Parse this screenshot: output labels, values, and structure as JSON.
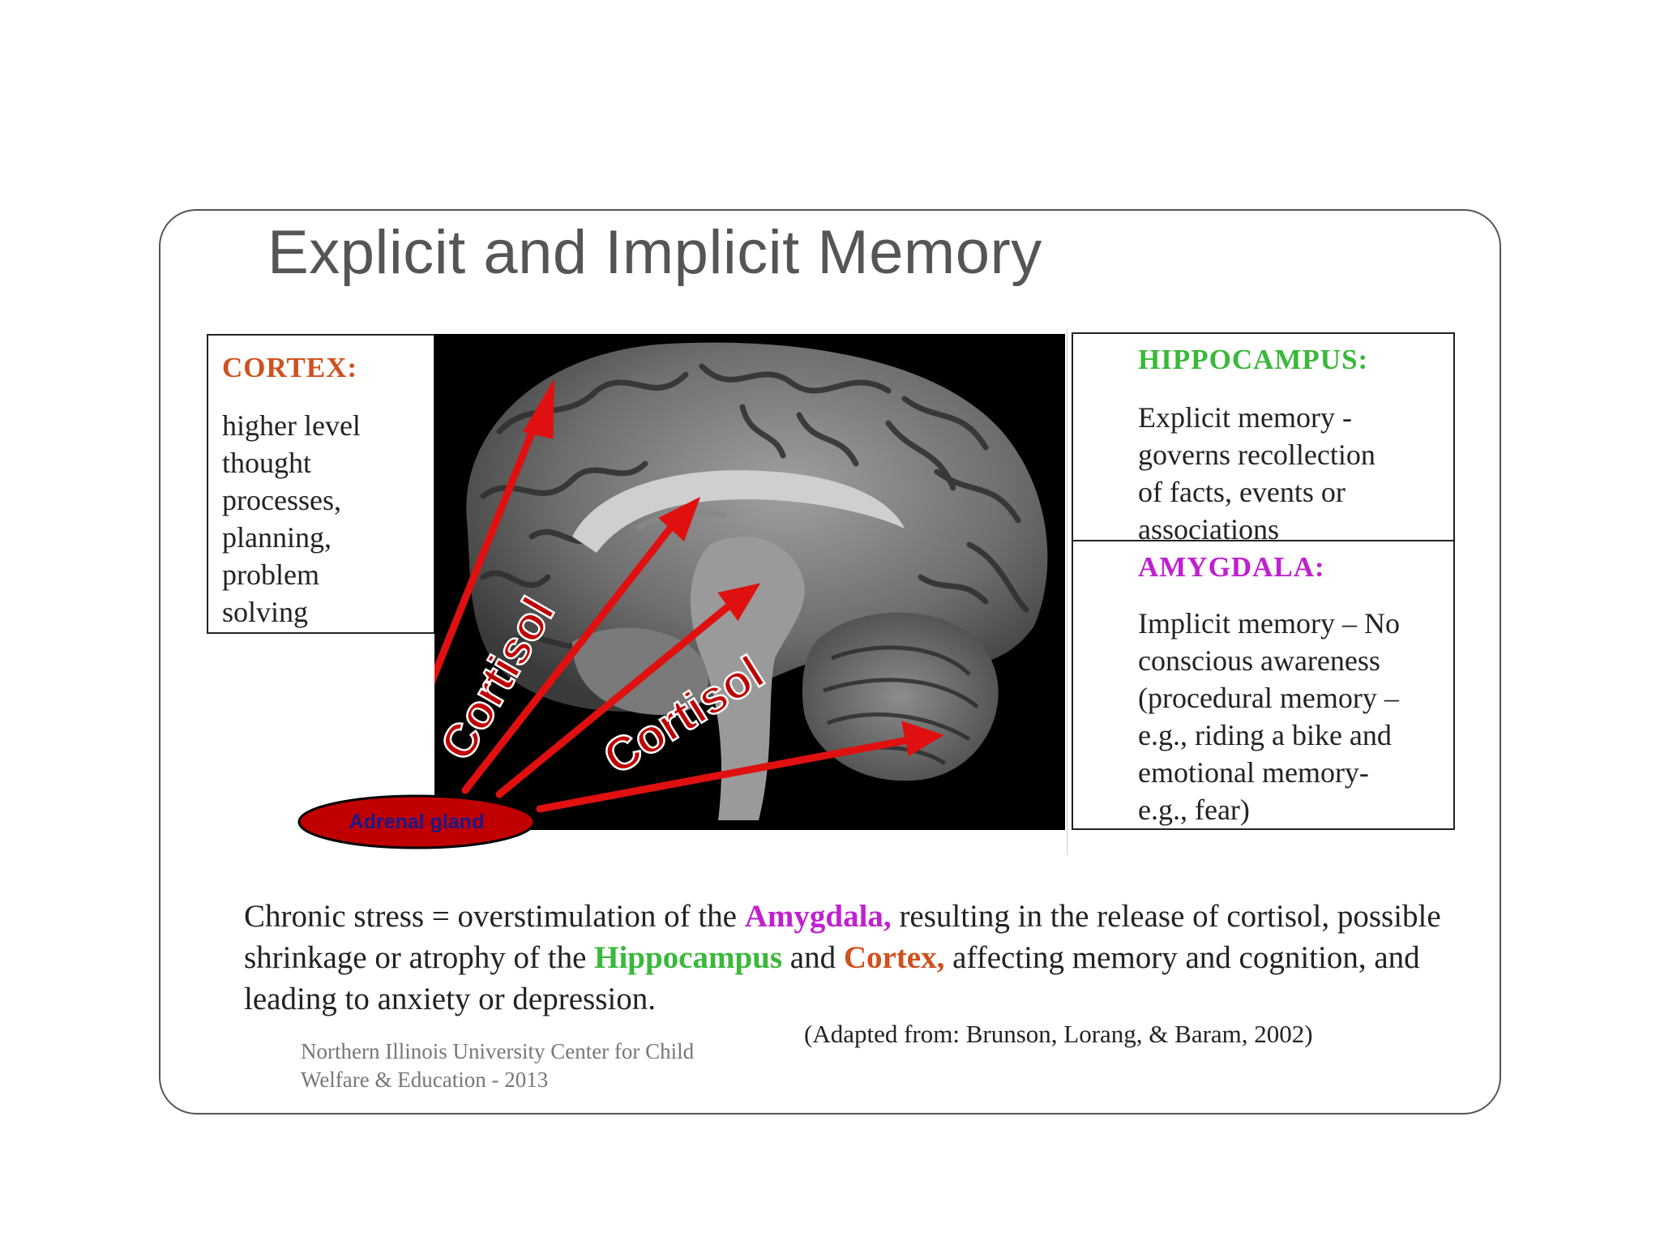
{
  "title": "Explicit and Implicit Memory",
  "cortex": {
    "heading": "CORTEX:",
    "lines": [
      "higher level",
      "thought",
      "processes,",
      "planning,",
      "problem",
      "solving"
    ]
  },
  "hippocampus": {
    "heading": "HIPPOCAMPUS:",
    "lines": [
      "Explicit memory -",
      "governs recollection",
      "of facts, events or",
      "associations"
    ]
  },
  "amygdala": {
    "heading": "AMYGDALA:",
    "lines": [
      "Implicit memory – No",
      "conscious awareness",
      "(procedural memory –",
      "e.g., riding a bike and",
      "emotional memory-",
      "e.g., fear)"
    ]
  },
  "diagram": {
    "adrenal_label": "Adrenal gland",
    "cortisol_label_1": "Cortisol",
    "cortisol_label_2": "Cortisol"
  },
  "caption": {
    "p1": "Chronic stress = overstimulation of the ",
    "amygdala": "Amygdala,",
    "p2": " resulting in the release of cortisol, possible shrinkage or atrophy of the ",
    "hippocampus": "Hippocampus",
    "p3": " and ",
    "cortex": "Cortex,",
    "p4": " affecting memory and cognition, and leading to anxiety or depression."
  },
  "source": "(Adapted from: Brunson, Lorang, & Baram, 2002)",
  "credit": {
    "line1": "Northern Illinois University Center for Child",
    "line2": "Welfare & Education  - 2013"
  },
  "colors": {
    "cortex": "#d0501e",
    "hippocampus": "#3ab83a",
    "amygdala": "#c020d0",
    "arrow": "#e01010",
    "adrenal_fill": "#c00000",
    "adrenal_text": "#1a1a8a"
  }
}
